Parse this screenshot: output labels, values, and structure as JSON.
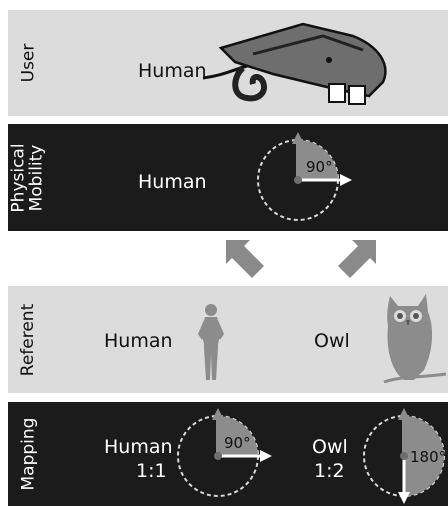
{
  "rows": {
    "user": {
      "side_label": "User",
      "subject": "Human"
    },
    "physical_mobility": {
      "side_label_line1": "Physical",
      "side_label_line2": "Mobility",
      "subject": "Human",
      "angle_label": "90°"
    },
    "referent": {
      "side_label": "Referent",
      "left_subject": "Human",
      "right_subject": "Owl"
    },
    "mapping": {
      "side_label": "Mapping",
      "left_subject": "Human",
      "left_ratio": "1:1",
      "left_angle_label": "90°",
      "right_subject": "Owl",
      "right_ratio": "1:2",
      "right_angle_label": "180°"
    }
  },
  "colors": {
    "light_band": "#dcdcdc",
    "dark_band": "#1b1b1b",
    "wedge_fill": "#8c8c8c",
    "arrow_gray": "#8a8a8a"
  },
  "icons": [
    "vr-headset-icon",
    "rotation-dial-icon",
    "down-right-arrow-icon",
    "down-left-arrow-icon",
    "human-silhouette-icon",
    "owl-silhouette-icon"
  ]
}
